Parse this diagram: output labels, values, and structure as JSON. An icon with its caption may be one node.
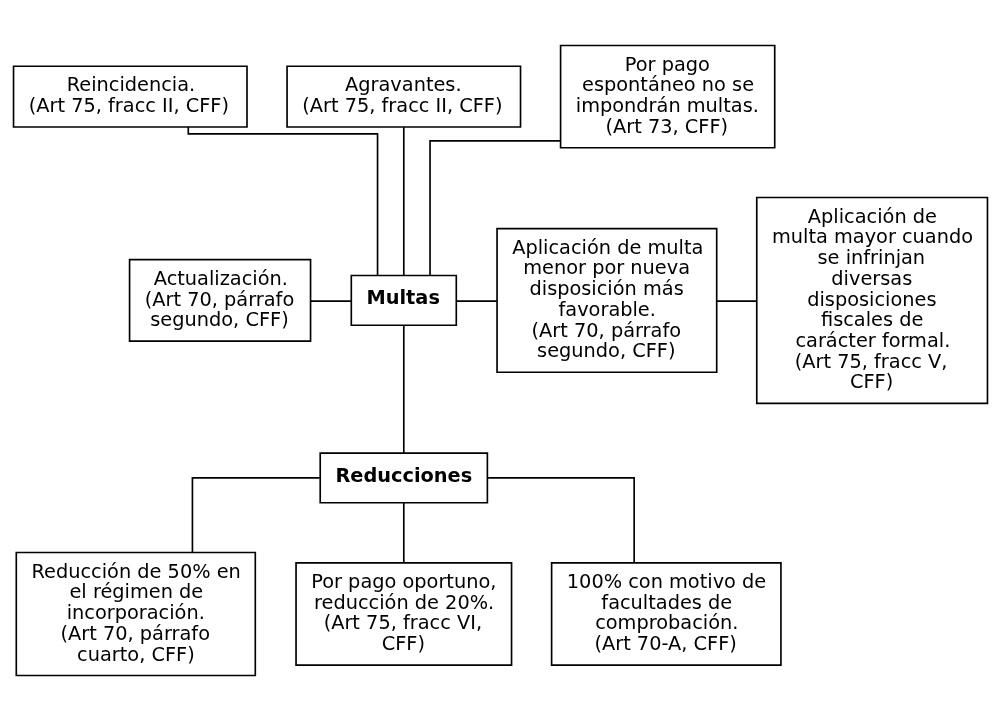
{
  "diagram": {
    "nodes": [
      {
        "text": [
          "Reincidencia.",
          "(Art 75, fracc II, CFF)"
        ]
      },
      {
        "text": [
          "Agravantes.",
          "(Art 75, fracc II, CFF)"
        ]
      },
      {
        "text": [
          "Por pago espontáneo no se impondrán multas.",
          "(Art 73, CFF)"
        ]
      },
      {
        "text": [
          "Actualización.",
          "(Art 70, párrafo segundo, CFF)"
        ]
      },
      {
        "text": [
          "Multas"
        ]
      },
      {
        "text": [
          "Aplicación de multa menor por nueva disposición más favorable.",
          "(Art 70, párrafo segundo, CFF)"
        ]
      },
      {
        "text": [
          "Aplicación de multa mayor cuando se infrinjan diversas disposiciones fiscales de carácter formal.",
          "(Art 75, fracc V, CFF)"
        ]
      },
      {
        "text": [
          "Reducciones"
        ]
      },
      {
        "text": [
          "Reducción de 50% en el régimen de incorporación.",
          "(Art 70, párrafo cuarto, CFF)"
        ]
      },
      {
        "text": [
          "Por pago oportuno, reducción de 20%.",
          "(Art 75, fracc VI, CFF)"
        ]
      },
      {
        "text": [
          "100% con motivo de facultades de comprobación.",
          "(Art 70-A, CFF)"
        ]
      }
    ],
    "edges": [
      {
        "from": 0,
        "to": 4,
        "arrow": "none"
      },
      {
        "from": 1,
        "to": 4,
        "arrow": "none"
      },
      {
        "from": 2,
        "to": 4,
        "arrow": "none"
      },
      {
        "from": 3,
        "to": 4,
        "arrow": "none"
      },
      {
        "from": 4,
        "to": 5,
        "arrow": "none"
      },
      {
        "from": 5,
        "to": 6,
        "arrow": "none"
      },
      {
        "from": 4,
        "to": 7,
        "arrow": "none"
      },
      {
        "from": 7,
        "to": 8,
        "arrow": "none"
      },
      {
        "from": 7,
        "to": 9,
        "arrow": "none"
      },
      {
        "from": 7,
        "to": 10,
        "arrow": "none"
      }
    ]
  }
}
